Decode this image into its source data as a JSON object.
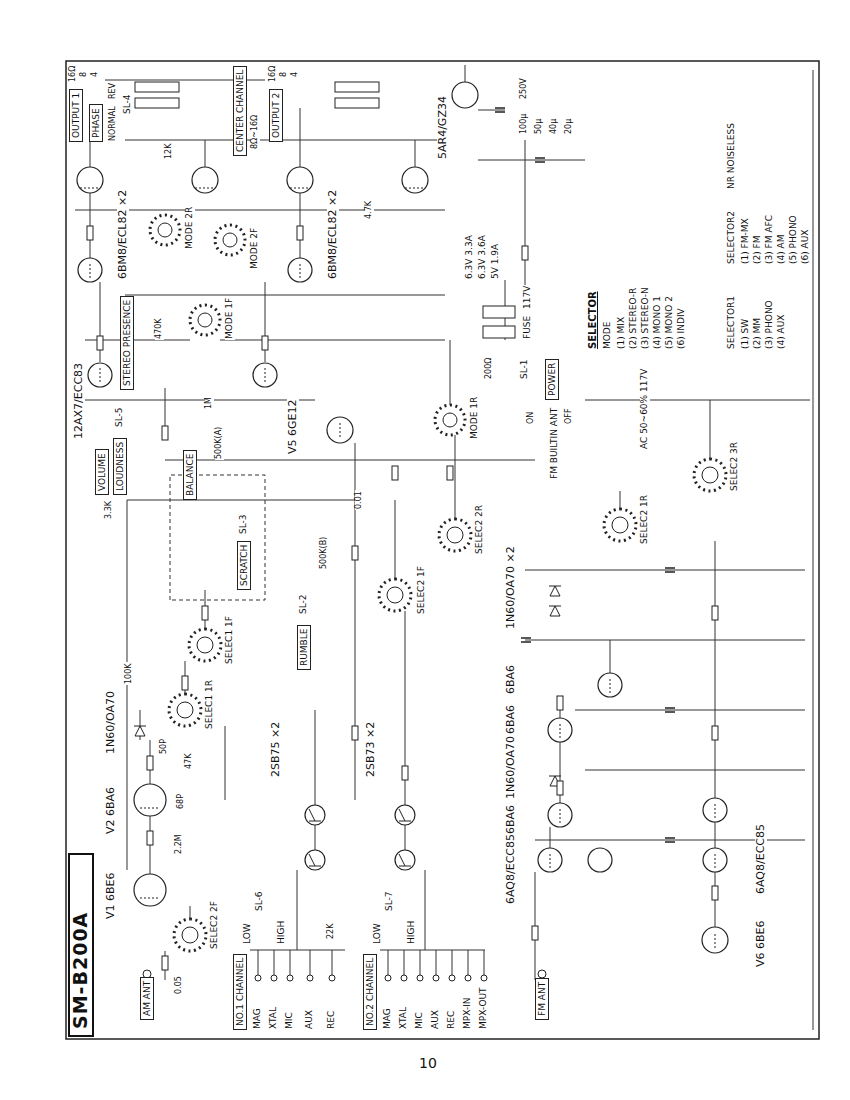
{
  "diagram": {
    "title": "SM-B200A",
    "nodes": [
      {
        "text": [
          "AM ANT"
        ]
      },
      {
        "text": [
          "FM ANT"
        ]
      },
      {
        "text": [
          "NO.1 CHANNEL"
        ]
      },
      {
        "text": [
          "NO.2 CHANNEL"
        ]
      },
      {
        "text": [
          "VOLUME"
        ]
      },
      {
        "text": [
          "LOUDNESS"
        ]
      },
      {
        "text": [
          "BALANCE"
        ]
      },
      {
        "text": [
          "SCRATCH"
        ]
      },
      {
        "text": [
          "RUMBLE"
        ]
      },
      {
        "text": [
          "STEREO PRESENCE"
        ]
      },
      {
        "text": [
          "OUTPUT 1"
        ]
      },
      {
        "text": [
          "PHASE"
        ]
      },
      {
        "text": [
          "CENTER CHANNEL"
        ]
      },
      {
        "text": [
          "OUTPUT 2"
        ]
      },
      {
        "text": [
          "POWER"
        ]
      }
    ],
    "labels": [
      "V1 6BE6",
      "V2 6BA6",
      "1N60/OA70",
      "2SB75 ×2",
      "2SB73 ×2",
      "12AX7/ECC83",
      "6BM8/ECL82 ×2",
      "6BM8/ECL82 ×2",
      "V5 6GE12",
      "5AR4/GZ34",
      "6AQ8/ECC85",
      "6BA6",
      "1N60/OA70",
      "6BA6",
      "6BA6",
      "1N60/OA70 ×2",
      "6AQ8/ECC85",
      "V6 6BE6",
      "MAG",
      "XTAL",
      "MIC",
      "AUX",
      "REC",
      "MAG",
      "XTAL",
      "MIC",
      "AUX",
      "REC",
      "MPX-IN",
      "MPX-OUT",
      "LOW",
      "HIGH",
      "SL-6",
      "LOW",
      "HIGH",
      "SL-7",
      "SL-2",
      "SL-3",
      "SL-4",
      "SL-5",
      "SL-1",
      "SELEC2 2F",
      "SELEC1 1R",
      "SELEC1 1F",
      "SELEC2 1F",
      "SELEC2 2R",
      "SELEC2 1R",
      "SELEC2 3R",
      "MODE 1R",
      "MODE 1F",
      "MODE 2F",
      "MODE 2R",
      "SELECTOR",
      "MODE",
      "(1) MIX",
      "(2) STEREO-R",
      "(3) STEREO-N",
      "(4) MONO 1",
      "(5) MONO 2",
      "(6) INDIV",
      "SELECTOR1",
      "(1) SW",
      "(2) MM",
      "(3) PHONO",
      "(4) AUX",
      "SELECTOR2",
      "(1) FM-MX",
      "(2) FM",
      "(3) FM AFC",
      "(4) AM",
      "(5) PHONO",
      "(6) AUX",
      "NR NOISELESS",
      "AC 50~60% 117V",
      "FM BUILTIN ANT",
      "FUSE",
      "117V",
      "6.3V 3.3A",
      "6.3V 3.6A",
      "5V 1.9A",
      "ON",
      "OFF",
      "NORMAL",
      "REV",
      "16Ω",
      "8",
      "4",
      "16Ω",
      "8",
      "4",
      "8Ω~16Ω",
      "2.2M",
      "47K",
      "100K",
      "470K",
      "1M",
      "22K",
      "3.3K",
      "12K",
      "4.7K",
      "68P",
      "50P",
      "0.05",
      "0.01",
      "500K(A)",
      "500K(B)",
      "100μ",
      "50μ",
      "40μ",
      "20μ",
      "250V",
      "200Ω",
      "10"
    ]
  }
}
